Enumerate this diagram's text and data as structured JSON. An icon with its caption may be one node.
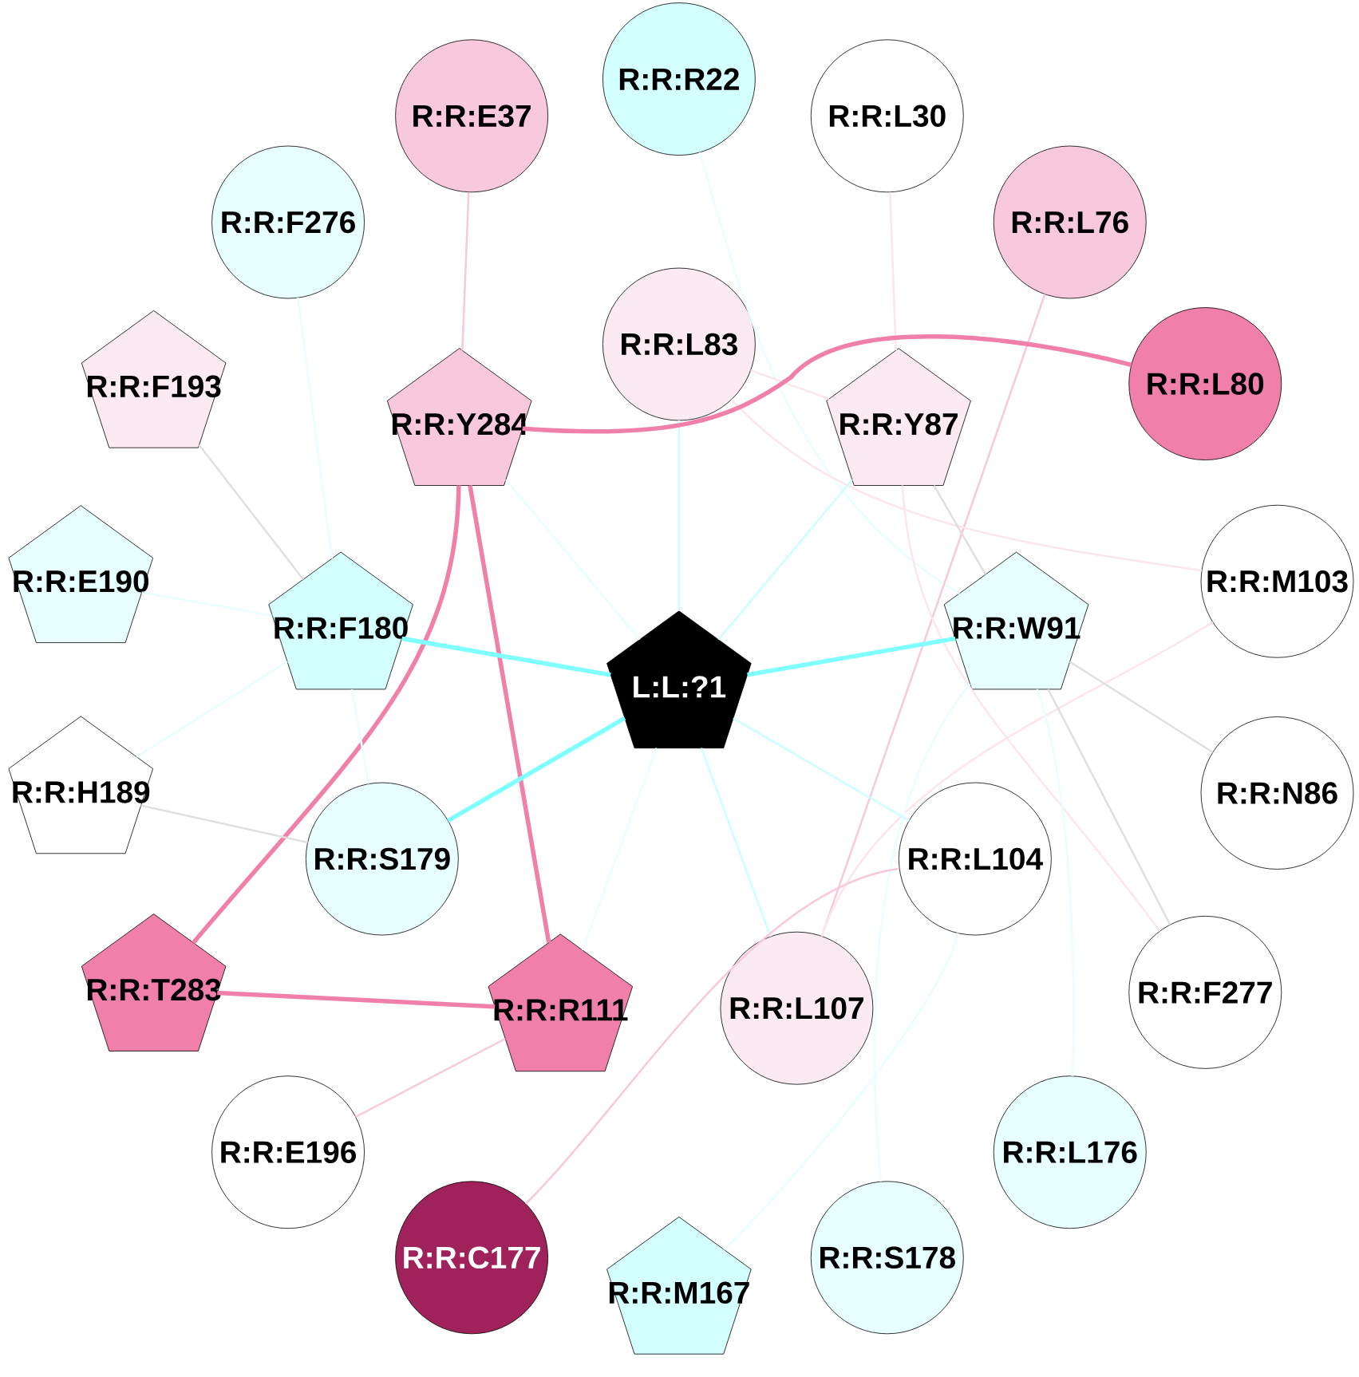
{
  "diagram": {
    "nodes": [
      {
        "text": [
          "R:R:R22"
        ]
      },
      {
        "text": [
          "R:R:E37"
        ]
      },
      {
        "text": [
          "R:R:L30"
        ]
      },
      {
        "text": [
          "R:R:F276"
        ]
      },
      {
        "text": [
          "R:R:L76"
        ]
      },
      {
        "text": [
          "R:R:L83"
        ]
      },
      {
        "text": [
          "R:R:F193"
        ]
      },
      {
        "text": [
          "R:R:Y284"
        ]
      },
      {
        "text": [
          "R:R:Y87"
        ]
      },
      {
        "text": [
          "R:R:L80"
        ]
      },
      {
        "text": [
          "R:R:E190"
        ]
      },
      {
        "text": [
          "R:R:F180"
        ]
      },
      {
        "text": [
          "R:R:M103"
        ]
      },
      {
        "text": [
          "R:R:W91"
        ]
      },
      {
        "text": [
          "L:L:?1"
        ]
      },
      {
        "text": [
          "R:R:H189"
        ]
      },
      {
        "text": [
          "R:R:N86"
        ]
      },
      {
        "text": [
          "R:R:S179"
        ]
      },
      {
        "text": [
          "R:R:L104"
        ]
      },
      {
        "text": [
          "R:R:T283"
        ]
      },
      {
        "text": [
          "R:R:R111"
        ]
      },
      {
        "text": [
          "R:R:L107"
        ]
      },
      {
        "text": [
          "R:R:F277"
        ]
      },
      {
        "text": [
          "R:R:E196"
        ]
      },
      {
        "text": [
          "R:R:L176"
        ]
      },
      {
        "text": [
          "R:R:C177"
        ]
      },
      {
        "text": [
          "R:R:M167"
        ]
      },
      {
        "text": [
          "R:R:S178"
        ]
      }
    ],
    "edges": [
      {
        "from": 0,
        "to": 13,
        "arrow": "none",
        "color": "#e8ffff"
      },
      {
        "from": 1,
        "to": 7,
        "arrow": "none",
        "color": "#f8c8dc"
      },
      {
        "from": 2,
        "to": 8,
        "arrow": "none",
        "color": "#fce6ee"
      },
      {
        "from": 3,
        "to": 11,
        "arrow": "none",
        "color": "#e8ffff"
      },
      {
        "from": 4,
        "to": 21,
        "arrow": "none",
        "color": "#f8c8dc"
      },
      {
        "from": 5,
        "to": 14,
        "arrow": "none",
        "color": "#ccffff"
      },
      {
        "from": 5,
        "to": 8,
        "arrow": "none",
        "color": "#fce6ee"
      },
      {
        "from": 5,
        "to": 12,
        "arrow": "none",
        "color": "#fce6ee"
      },
      {
        "from": 6,
        "to": 11,
        "arrow": "none",
        "color": "#e0e0e0"
      },
      {
        "from": 7,
        "to": 9,
        "arrow": "none",
        "style": "thick",
        "color": "#f080aa"
      },
      {
        "from": 7,
        "to": 14,
        "arrow": "none",
        "color": "#e8ffff"
      },
      {
        "from": 7,
        "to": 19,
        "arrow": "none",
        "style": "thick",
        "color": "#f080aa"
      },
      {
        "from": 7,
        "to": 20,
        "arrow": "none",
        "style": "thick",
        "color": "#f080aa"
      },
      {
        "from": 8,
        "to": 14,
        "arrow": "none",
        "color": "#ccffff"
      },
      {
        "from": 8,
        "to": 13,
        "arrow": "none",
        "color": "#e0e0e0"
      },
      {
        "from": 8,
        "to": 22,
        "arrow": "none",
        "color": "#fce6ee"
      },
      {
        "from": 10,
        "to": 11,
        "arrow": "none",
        "color": "#e8ffff"
      },
      {
        "from": 11,
        "to": 14,
        "arrow": "none",
        "style": "thick",
        "color": "#80ffff"
      },
      {
        "from": 11,
        "to": 15,
        "arrow": "none",
        "color": "#e8ffff"
      },
      {
        "from": 11,
        "to": 17,
        "arrow": "none",
        "color": "#e8ffff"
      },
      {
        "from": 12,
        "to": 21,
        "arrow": "none",
        "color": "#fce6ee"
      },
      {
        "from": 13,
        "to": 14,
        "arrow": "none",
        "style": "thick",
        "color": "#80ffff"
      },
      {
        "from": 13,
        "to": 16,
        "arrow": "none",
        "color": "#e0e0e0"
      },
      {
        "from": 13,
        "to": 22,
        "arrow": "none",
        "color": "#e0e0e0"
      },
      {
        "from": 13,
        "to": 24,
        "arrow": "none",
        "color": "#e8ffff"
      },
      {
        "from": 13,
        "to": 27,
        "arrow": "none",
        "color": "#e8ffff"
      },
      {
        "from": 14,
        "to": 17,
        "arrow": "none",
        "style": "thick",
        "color": "#80ffff"
      },
      {
        "from": 14,
        "to": 18,
        "arrow": "none",
        "color": "#ccffff"
      },
      {
        "from": 14,
        "to": 20,
        "arrow": "none",
        "color": "#e8ffff"
      },
      {
        "from": 14,
        "to": 21,
        "arrow": "none",
        "color": "#ccffff"
      },
      {
        "from": 15,
        "to": 17,
        "arrow": "none",
        "color": "#e0e0e0"
      },
      {
        "from": 18,
        "to": 25,
        "arrow": "none",
        "color": "#f8c8dc"
      },
      {
        "from": 18,
        "to": 26,
        "arrow": "none",
        "color": "#e8ffff"
      },
      {
        "from": 19,
        "to": 20,
        "arrow": "none",
        "style": "thick",
        "color": "#f080aa"
      },
      {
        "from": 20,
        "to": 23,
        "arrow": "none",
        "color": "#f8c8dc"
      }
    ]
  }
}
